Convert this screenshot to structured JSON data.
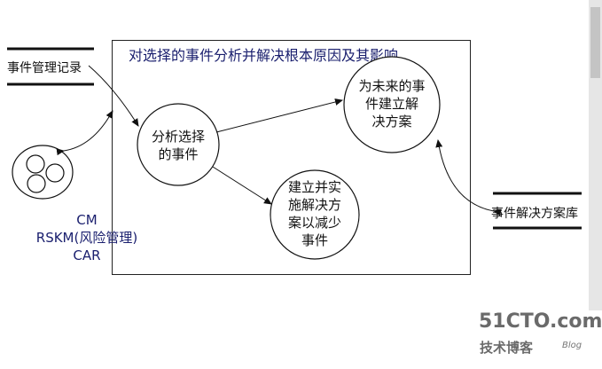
{
  "diagram": {
    "title": "对选择的事件分析并解决根本原因及其影响",
    "incident_record": "事件管理记录",
    "solution_store": "事件解决方案库",
    "node_analyze": [
      "分析选择",
      "的事件"
    ],
    "node_future": [
      "为未来的事",
      "件建立解",
      "决方案"
    ],
    "node_reduce": [
      "建立并实",
      "施解决方",
      "案以减少",
      "事件"
    ],
    "left_labels": [
      "CM",
      "RSKM(风险管理)",
      "CAR"
    ]
  },
  "watermark": {
    "site": "51CTO.com",
    "sub": "技术博客",
    "blog": "Blog"
  }
}
